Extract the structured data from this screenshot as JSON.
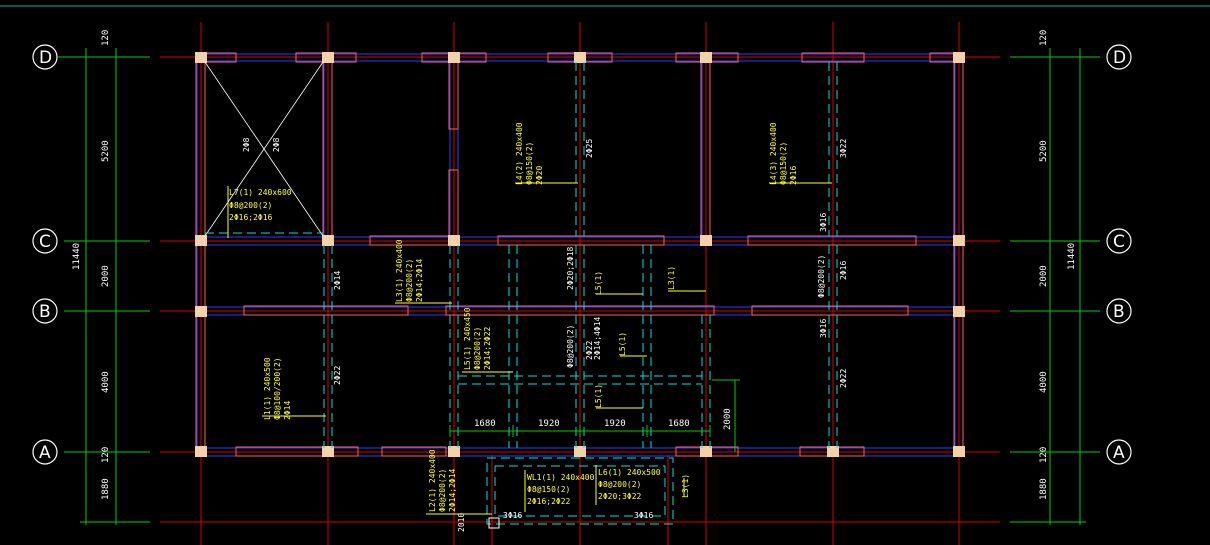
{
  "colors": {
    "background": "#000000",
    "axis": "#e00000",
    "beam_edge": "#2f3bff",
    "hidden_beam": "#00e0e0",
    "dimension": "#00d000",
    "annotation": "#ffff33",
    "column": "#f2d2a8"
  },
  "grid_labels": {
    "D": "D",
    "C": "C",
    "B": "B",
    "A": "A"
  },
  "left_dims": {
    "top_offset": "120",
    "span_DC": "5200",
    "span_CB": "2000",
    "span_BA": "4000",
    "bottom_offset": "120",
    "extension": "1880",
    "total": "11440"
  },
  "right_dims": {
    "top_offset": "120",
    "span_DC": "5200",
    "span_CB": "2000",
    "span_BA": "4000",
    "bottom_offset": "120",
    "extension": "1880",
    "total": "11440"
  },
  "bay_dims": {
    "d1": "1680",
    "d2": "1920",
    "d3": "1920",
    "d4": "1680",
    "vertical": "2000",
    "small": "2010"
  },
  "beam_notes": {
    "l7": [
      "L7(1) 240x600",
      "Φ8@200(2)",
      "2Φ16;2Φ16"
    ],
    "l4_2": [
      "L4(2) 240x400",
      "Φ8@150(2)",
      "2Φ20"
    ],
    "l4_3": [
      "L4(3) 240x400",
      "Φ8@150(2)",
      "2Φ16"
    ],
    "l3": [
      "L3(1) 240x400",
      "Φ8@200(2)",
      "2Φ14;2Φ14"
    ],
    "l5": [
      "L5(1) 240x450",
      "Φ8@200(2)",
      "2Φ14;2Φ22"
    ],
    "l1": [
      "L1(1) 240x500",
      "Φ8@100/200(2)",
      "2Φ14"
    ],
    "l2": [
      "L2(1) 240x400",
      "Φ8@200(2)",
      "2Φ14;2Φ14"
    ],
    "wl1": [
      "WL1(1) 240x400",
      "Φ8@150(2)",
      "2Φ16;2Φ22"
    ],
    "l6": [
      "L6(1) 240x500",
      "Φ8@200(2)",
      "2Φ20;3Φ22"
    ]
  },
  "small_labels": {
    "l5_a": "L5(1)",
    "l5_b": "L5(1)",
    "l5_c": "L5(1)",
    "l3_a": "L3(1)",
    "l3_b": "L3(1)",
    "r1": "2Φ25",
    "r2": "3Φ22",
    "r3": "2Φ14",
    "r4": "2Φ20;2Φ18",
    "r5": "2Φ22",
    "r6": "Φ8@200(2)",
    "r7": "2Φ16",
    "r8": "3Φ16",
    "r9": "2Φ22",
    "r10": "3Φ16",
    "r11": "2Φ22",
    "r12": "3Φ16",
    "r13": "3Φ16",
    "r14": "Φ8@200(2)",
    "r15": "2Φ14;4Φ14",
    "x1": "2Φ8",
    "x2": "2Φ8"
  }
}
